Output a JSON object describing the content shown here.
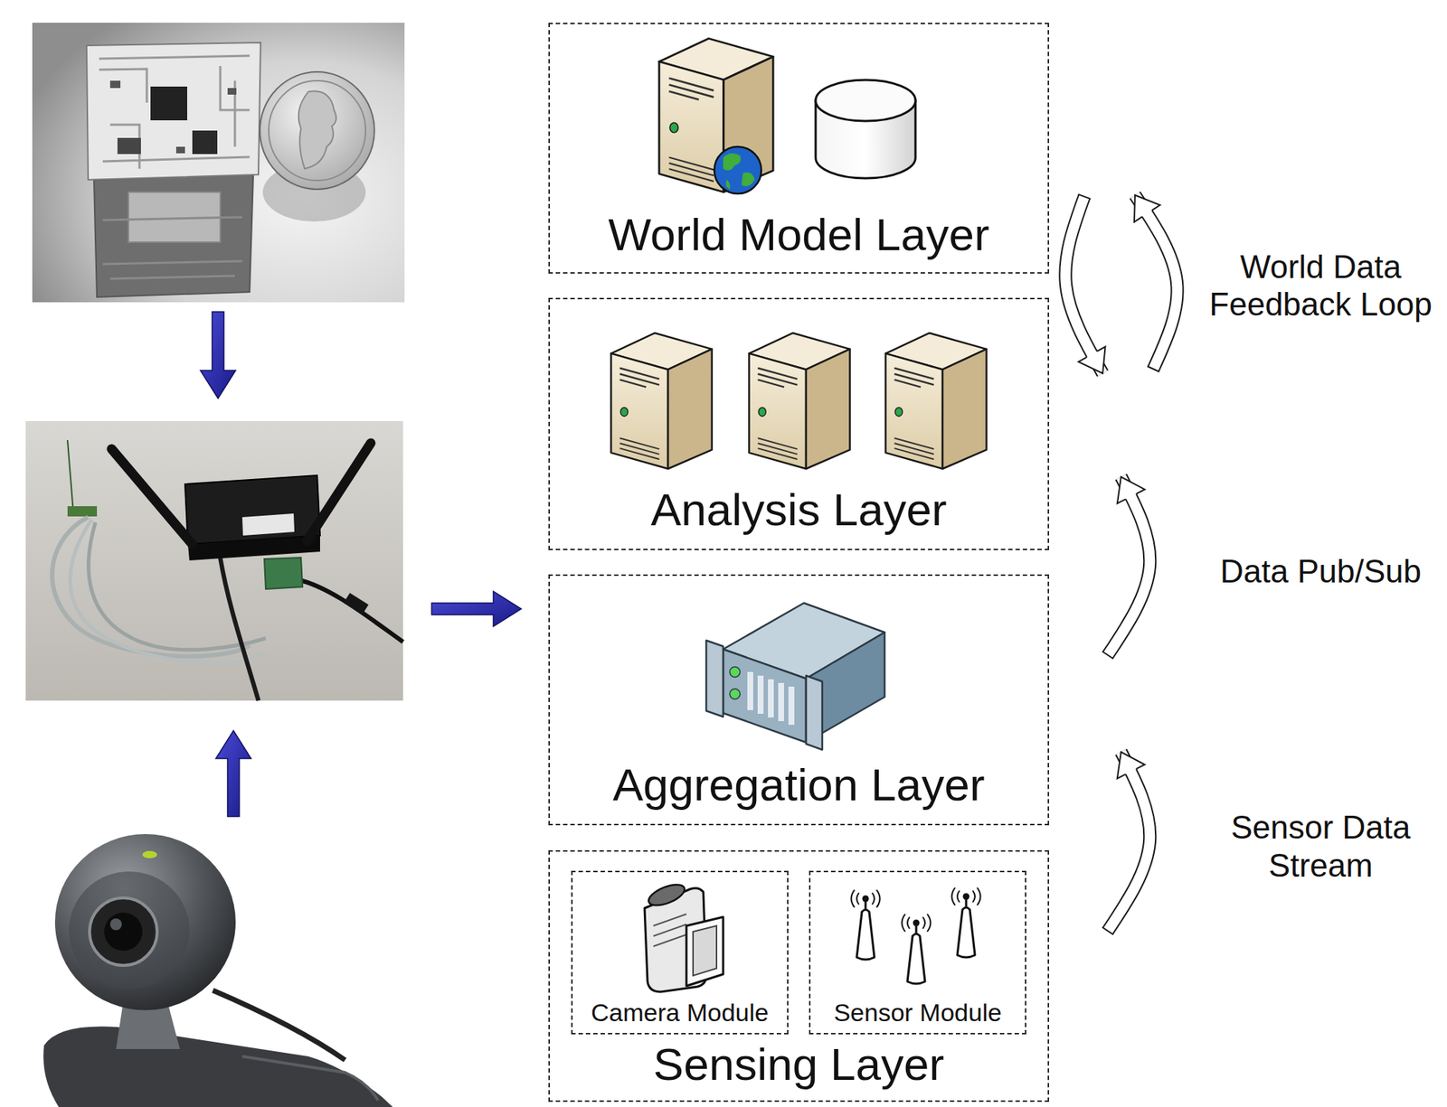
{
  "diagram": {
    "nodes": [
      {
        "text": [
          "World Model Layer"
        ]
      },
      {
        "text": [
          "Analysis Layer"
        ]
      },
      {
        "text": [
          "Aggregation Layer"
        ]
      },
      {
        "text": [
          "Sensing Layer"
        ]
      },
      {
        "text": [
          "Camera Module"
        ],
        "in": 3
      },
      {
        "text": [
          "Sensor Module"
        ],
        "in": 3
      }
    ],
    "edges": [
      {
        "from": 1,
        "to": 0,
        "arrow": "to",
        "label": "World Data Feedback Loop"
      },
      {
        "from": 0,
        "to": 1,
        "arrow": "to"
      },
      {
        "from": 2,
        "to": 1,
        "arrow": "to",
        "label": "Data Pub/Sub"
      },
      {
        "from": 3,
        "to": 2,
        "arrow": "to",
        "label": "Sensor Data Stream"
      }
    ]
  }
}
